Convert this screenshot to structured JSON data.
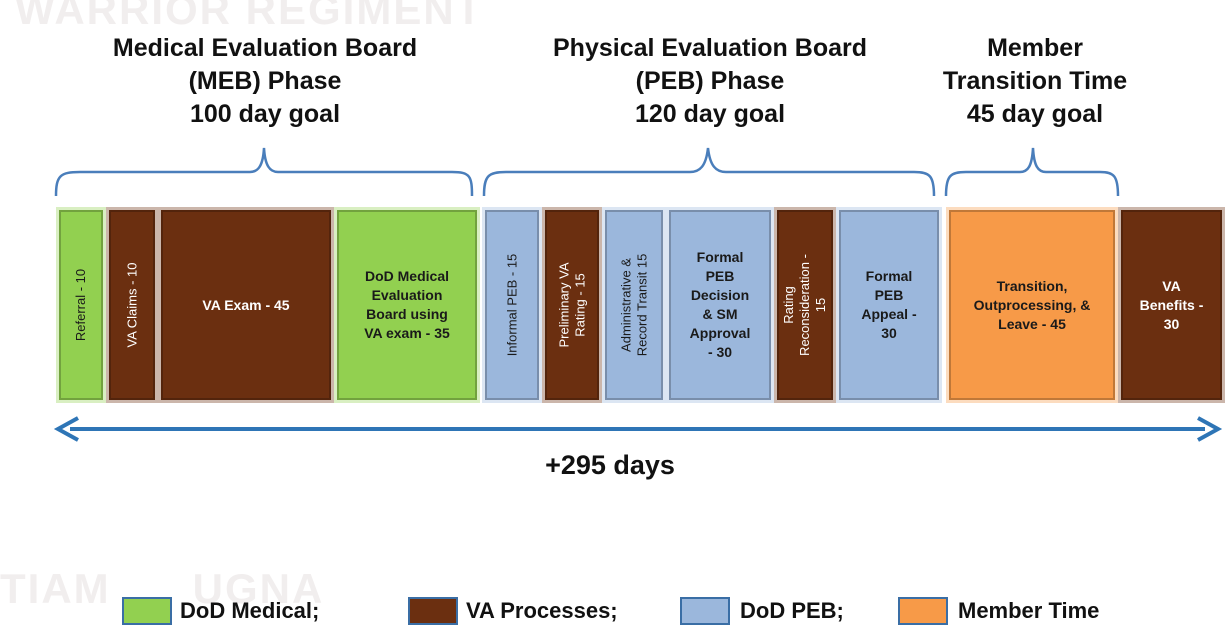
{
  "phases": [
    {
      "lines": [
        "Medical Evaluation Board",
        "(MEB) Phase",
        "100 day goal"
      ]
    },
    {
      "lines": [
        "Physical Evaluation Board",
        "(PEB) Phase",
        "120 day goal"
      ]
    },
    {
      "lines": [
        "Member",
        "Transition Time",
        "45 day goal"
      ]
    }
  ],
  "blocks": [
    {
      "category": "dod-medical",
      "lines": [
        "Referral - 10"
      ]
    },
    {
      "category": "va-processes",
      "lines": [
        "VA Claims - 10"
      ]
    },
    {
      "category": "va-processes",
      "lines": [
        "VA Exam - 45"
      ]
    },
    {
      "category": "dod-medical",
      "lines": [
        "DoD Medical",
        "Evaluation",
        "Board using",
        "VA exam - 35"
      ]
    },
    {
      "category": "dod-peb",
      "lines": [
        "Informal PEB - 15"
      ]
    },
    {
      "category": "va-processes",
      "lines": [
        "Preliminary VA",
        "Rating - 15"
      ]
    },
    {
      "category": "dod-peb",
      "lines": [
        "Administrative &",
        "Record Transit 15"
      ]
    },
    {
      "category": "dod-peb",
      "lines": [
        "Formal",
        "PEB",
        "Decision",
        "& SM",
        "Approval",
        "- 30"
      ]
    },
    {
      "category": "va-processes",
      "lines": [
        "Rating",
        "Reconsideration -",
        "15"
      ]
    },
    {
      "category": "dod-peb",
      "lines": [
        "Formal",
        "PEB",
        "Appeal -",
        "30"
      ]
    },
    {
      "category": "member-time",
      "lines": [
        "Transition,",
        "Outprocessing, &",
        "Leave - 45"
      ]
    },
    {
      "category": "va-processes",
      "lines": [
        "VA",
        "Benefits -",
        "30"
      ]
    }
  ],
  "total_label": "+295  days",
  "legend": [
    {
      "category": "dod-medical",
      "label": "DoD Medical;",
      "color": "#92d050"
    },
    {
      "category": "va-processes",
      "label": "VA Processes;",
      "color": "#6b2f10"
    },
    {
      "category": "dod-peb",
      "label": "DoD PEB;",
      "color": "#9bb7dc"
    },
    {
      "category": "member-time",
      "label": "Member Time",
      "color": "#f79a48"
    }
  ],
  "colors": {
    "dod-medical": "#92d050",
    "va-processes": "#6b2f10",
    "dod-peb": "#9bb7dc",
    "member-time": "#f79a48",
    "brace": "#4a7ebb",
    "arrow": "#2e75b6"
  }
}
